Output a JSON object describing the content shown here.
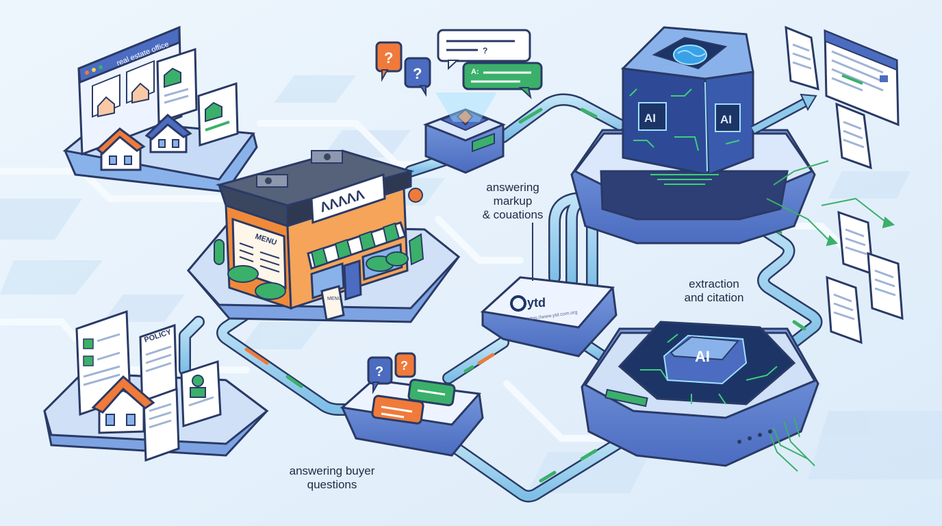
{
  "labels": {
    "real_estate_office": "real estate office",
    "menu": "MENU",
    "sign": "ΛΛΛΛΛ",
    "policy": "POLICY",
    "board_text": "MENU",
    "ai_cube_left": "AI",
    "ai_cube_right": "AI",
    "ai_chip": "AI",
    "router_logo": "ytd",
    "router_subtext": "https://www.ytd.com.org",
    "answer_label_a": "A:",
    "question_mark": "?",
    "answering_markup": [
      "answering",
      "markup",
      "& couations"
    ],
    "extraction_citation": [
      "extraction",
      "and citation"
    ],
    "answering_buyer": [
      "answering buyer",
      "questions"
    ]
  },
  "colors": {
    "background": "#e6f1fb",
    "outline": "#2a3a66",
    "device_blue": "#5b7fcf",
    "device_light": "#dbe7fb",
    "pipe": "#8fc9ea",
    "green": "#3bb06a",
    "orange": "#f07a3a",
    "chip_dark": "#1d3566"
  }
}
